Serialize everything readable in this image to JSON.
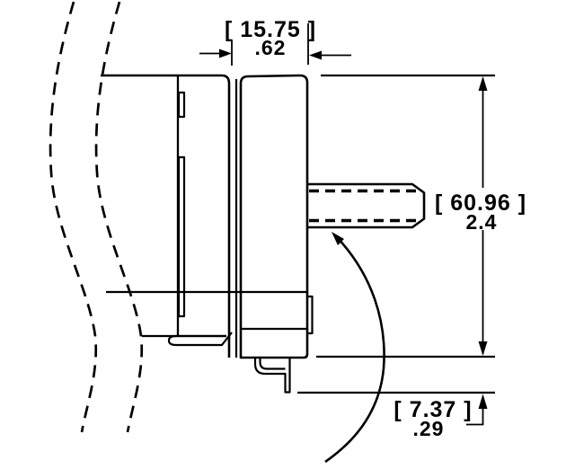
{
  "colors": {
    "line": "#000000",
    "background": "#ffffff"
  },
  "dimensions": {
    "width": {
      "metric": "[ 15.75 ]",
      "inch": ".62"
    },
    "height": {
      "metric": "[ 60.96 ]",
      "inch": "2.4"
    },
    "pin": {
      "metric": "[ 7.37 ]",
      "inch": ".29"
    }
  }
}
